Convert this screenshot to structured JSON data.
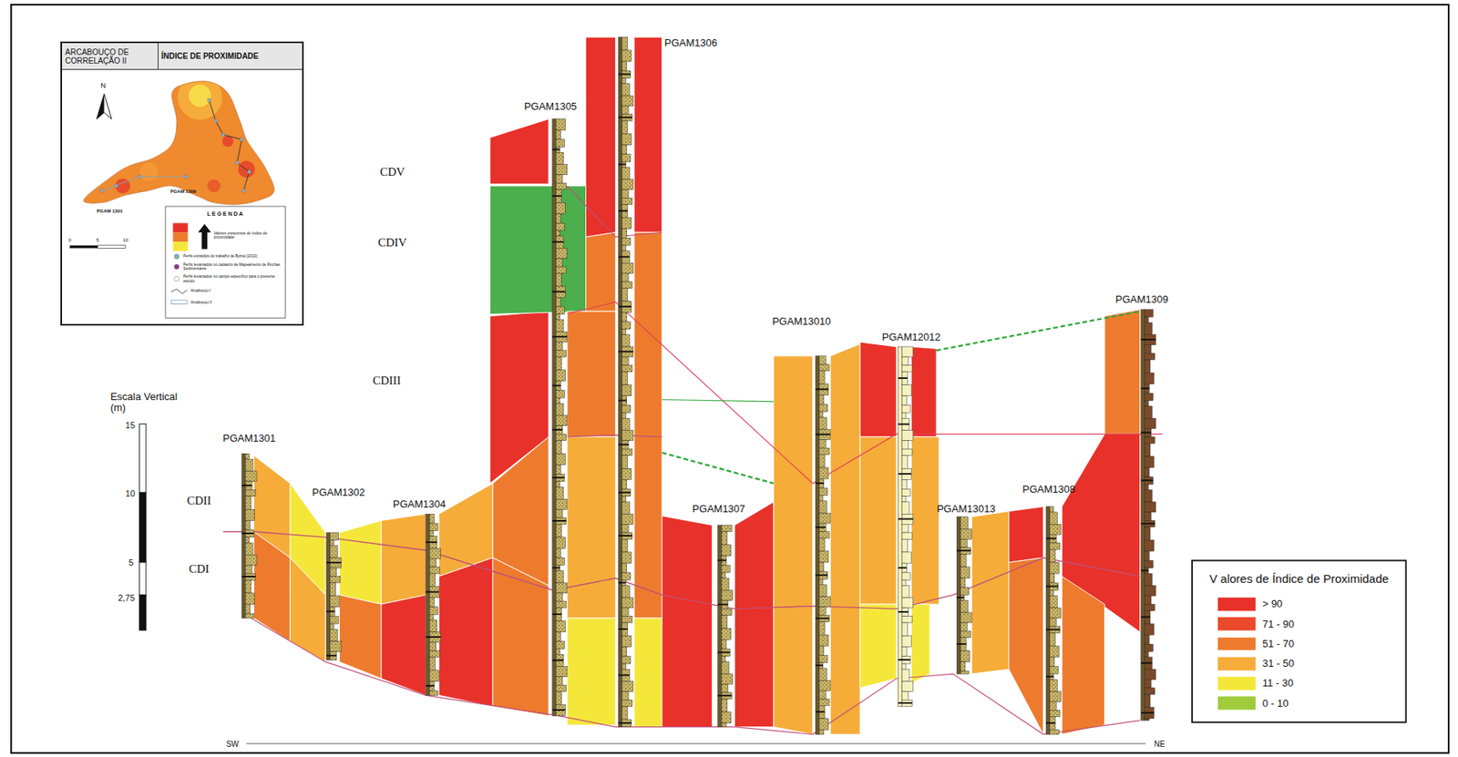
{
  "diagram": {
    "nodes": [
      {
        "text": [
          "ARCABOUÇO DE CORRELAÇÃO II",
          "ÍNDICE DE PROXIMIDADE"
        ]
      },
      {
        "text": [
          "PGAM1301"
        ]
      },
      {
        "text": [
          "PGAM1302"
        ]
      },
      {
        "text": [
          "PGAM1304"
        ]
      },
      {
        "text": [
          "PGAM1305"
        ]
      },
      {
        "text": [
          "PGAM1306"
        ]
      },
      {
        "text": [
          "PGAM1307"
        ]
      },
      {
        "text": [
          "PGAM13010"
        ]
      },
      {
        "text": [
          "PGAM12012"
        ]
      },
      {
        "text": [
          "PGAM13013"
        ]
      },
      {
        "text": [
          "PGAM1308"
        ]
      },
      {
        "text": [
          "PGAM1309"
        ]
      }
    ],
    "labels": [
      "CDV",
      "CDIV",
      "CDIII",
      "CDII",
      "CDI",
      "Escala Vertical (m)",
      "15",
      "10",
      "5",
      "2,75",
      "V alores de Índice de Proximidade",
      "SW",
      "NE",
      "N",
      "PGAM 1309",
      "PGAM 1301",
      "0",
      "5",
      "10",
      "L E G E N D A"
    ],
    "legend": [
      {
        "text": "Valores crescentes de índice de proximidade"
      },
      {
        "text": "Perfis extraídos do trabalho de Borsa (2010)"
      },
      {
        "text": "Perfis levantados no cadastro de Mapeamento de Rochas Sedimentares"
      },
      {
        "text": "Perfis levantados no campo específico para o presente estudo"
      },
      {
        "text": "Arcabouço I"
      },
      {
        "text": "Arcabouço II"
      },
      {
        "text": "> 90",
        "color": "#e8312a"
      },
      {
        "text": "71 - 90",
        "color": "#ea4a2b"
      },
      {
        "text": "51 - 70",
        "color": "#ee7b2d"
      },
      {
        "text": "31 - 50",
        "color": "#f6ac38"
      },
      {
        "text": "11 - 30",
        "color": "#f5e73a"
      },
      {
        "text": "0 - 10",
        "color": "#9fcb3c"
      }
    ]
  }
}
